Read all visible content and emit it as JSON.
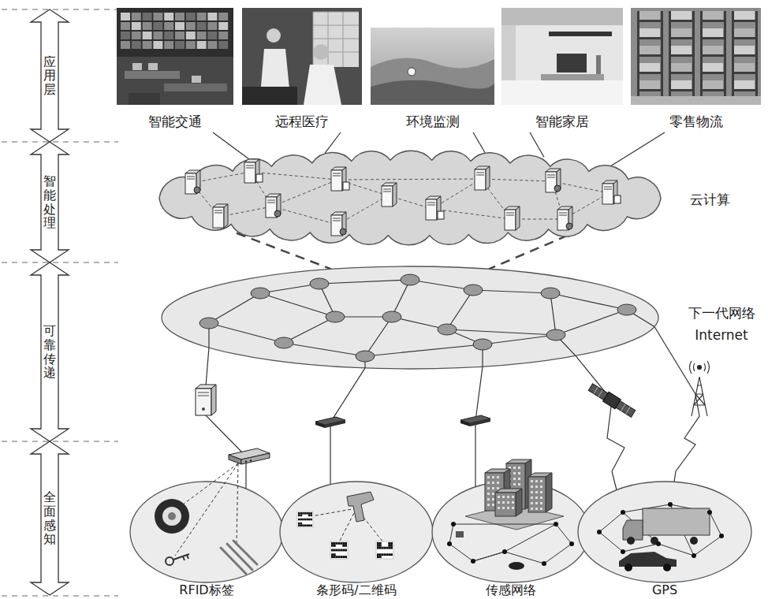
{
  "diagram": {
    "nodes": [
      {
        "text": [
          "应用层"
        ]
      },
      {
        "text": [
          "智能处理"
        ]
      },
      {
        "text": [
          "可靠传递"
        ]
      },
      {
        "text": [
          "全面感知"
        ]
      },
      {
        "text": [
          "智能交通"
        ]
      },
      {
        "text": [
          "远程医疗"
        ]
      },
      {
        "text": [
          "环境监测"
        ]
      },
      {
        "text": [
          "智能家居"
        ]
      },
      {
        "text": [
          "零售物流"
        ]
      },
      {
        "text": [
          "云计算"
        ]
      },
      {
        "text": [
          "下一代网络 Internet"
        ]
      },
      {
        "text": [
          "RFID标签"
        ]
      },
      {
        "text": [
          "条形码/二维码"
        ]
      },
      {
        "text": [
          "传感网络"
        ]
      },
      {
        "text": [
          "GPS"
        ]
      }
    ],
    "edges": [
      {
        "from": 4,
        "to": 9,
        "arrow": "none"
      },
      {
        "from": 5,
        "to": 9,
        "arrow": "none"
      },
      {
        "from": 6,
        "to": 9,
        "arrow": "none"
      },
      {
        "from": 7,
        "to": 9,
        "arrow": "none"
      },
      {
        "from": 8,
        "to": 9,
        "arrow": "none"
      },
      {
        "from": 9,
        "to": 10,
        "arrow": "none"
      },
      {
        "from": 9,
        "to": 10,
        "arrow": "none"
      },
      {
        "from": 10,
        "to": 11,
        "arrow": "none"
      },
      {
        "from": 10,
        "to": 12,
        "arrow": "none"
      },
      {
        "from": 10,
        "to": 13,
        "arrow": "none"
      },
      {
        "from": 10,
        "to": 14,
        "arrow": "none"
      },
      {
        "from": 10,
        "to": 14,
        "arrow": "none"
      }
    ]
  }
}
